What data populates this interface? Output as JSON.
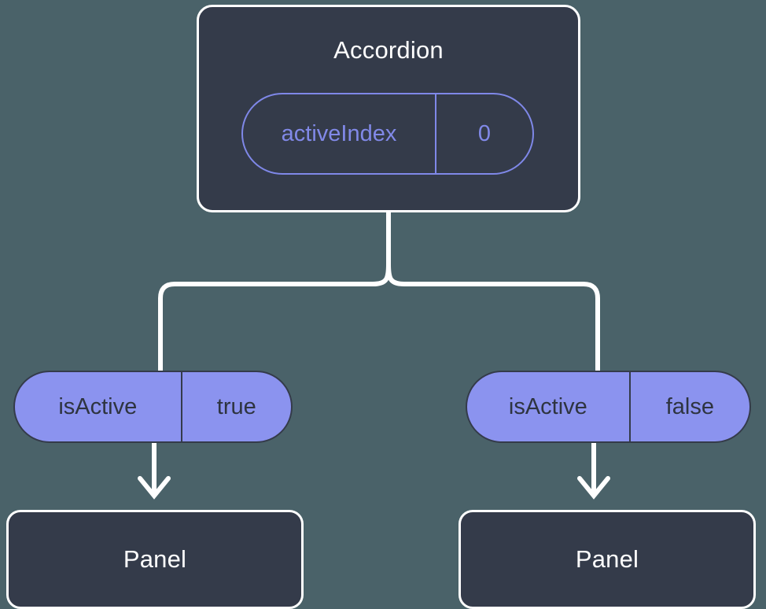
{
  "diagram": {
    "background_color": "#4a6269",
    "node_fill": "#343b4a",
    "node_stroke": "#ffffff",
    "accent_color": "#8b93ef",
    "accent_outline_color": "#7f88e8",
    "wire_color": "#ffffff"
  },
  "root": {
    "title": "Accordion",
    "state_pill": {
      "key": "activeIndex",
      "value": "0"
    }
  },
  "branches": [
    {
      "prop_pill": {
        "key": "isActive",
        "value": "true"
      },
      "child_title": "Panel"
    },
    {
      "prop_pill": {
        "key": "isActive",
        "value": "false"
      },
      "child_title": "Panel"
    }
  ]
}
